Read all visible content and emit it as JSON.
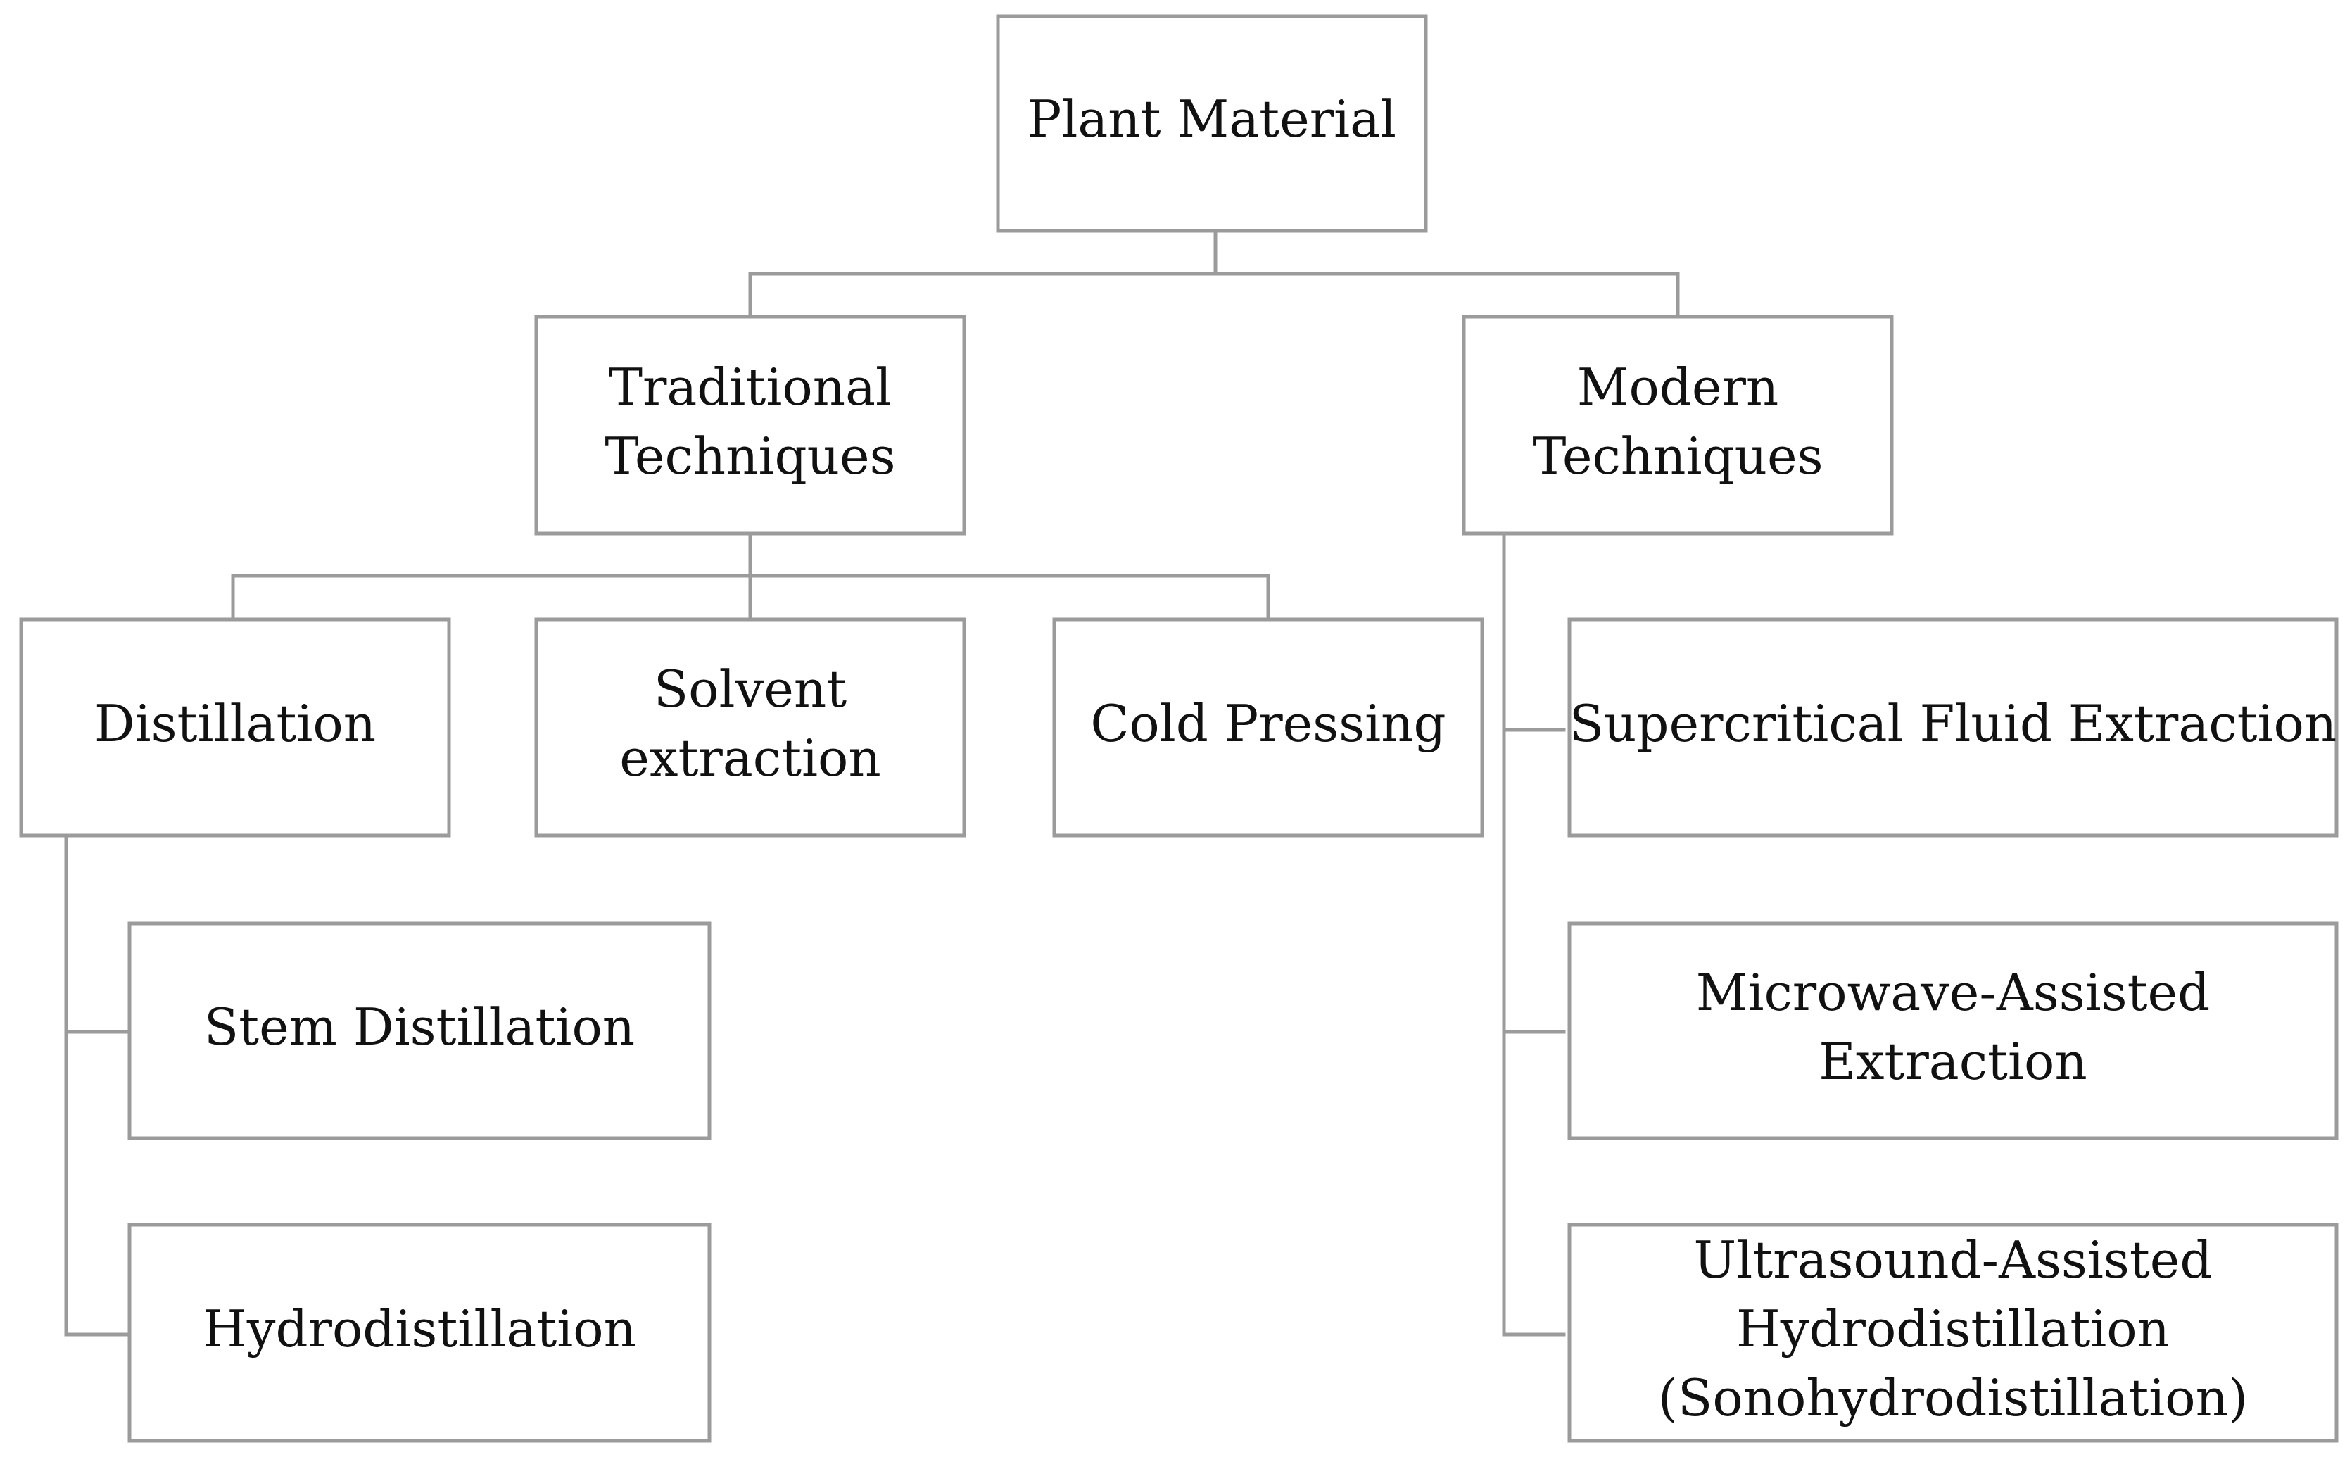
{
  "diagram": {
    "root": {
      "lines": [
        "Plant Material"
      ]
    },
    "traditional": {
      "lines": [
        "Traditional",
        "Techniques"
      ]
    },
    "modern": {
      "lines": [
        "Modern",
        "Techniques"
      ]
    },
    "distillation": {
      "lines": [
        "Distillation"
      ]
    },
    "solvent": {
      "lines": [
        "Solvent",
        "extraction"
      ]
    },
    "cold_pressing": {
      "lines": [
        "Cold Pressing"
      ]
    },
    "stem_distillation": {
      "lines": [
        "Stem Distillation"
      ]
    },
    "hydrodistillation": {
      "lines": [
        "Hydrodistillation"
      ]
    },
    "supercritical": {
      "lines": [
        "Supercritical Fluid Extraction"
      ]
    },
    "microwave": {
      "lines": [
        "Microwave-Assisted",
        "Extraction"
      ]
    },
    "ultrasound": {
      "lines": [
        "Ultrasound-Assisted",
        "Hydrodistillation",
        "(Sonohydrodistillation)"
      ]
    }
  }
}
